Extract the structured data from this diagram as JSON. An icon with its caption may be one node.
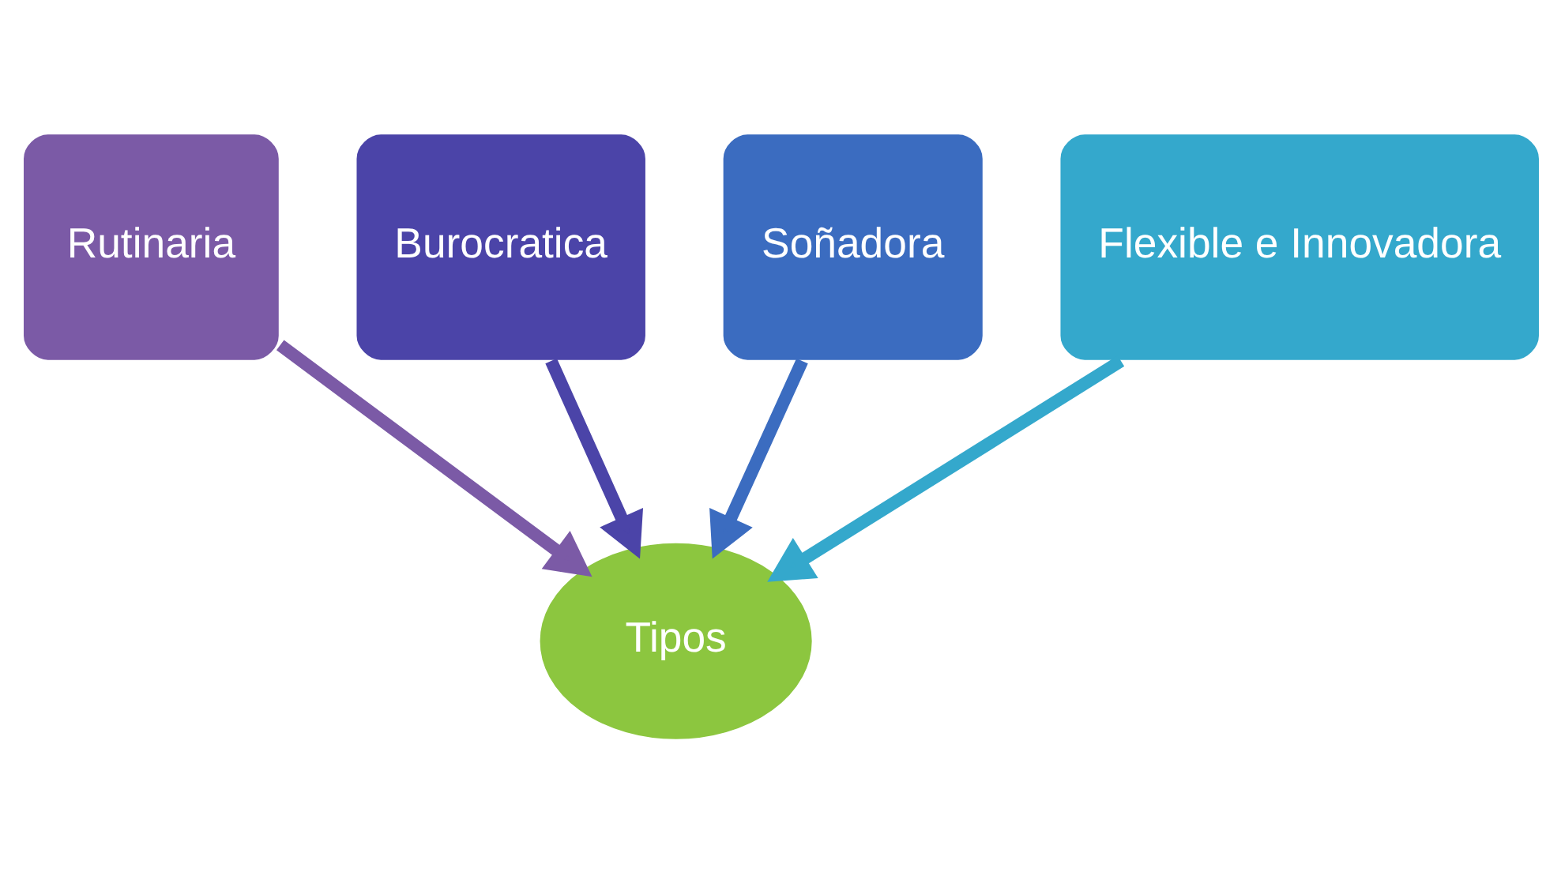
{
  "diagram": {
    "nodes": [
      {
        "text": [
          "Rutinaria"
        ]
      },
      {
        "text": [
          "Burocratica"
        ]
      },
      {
        "text": [
          "Soñadora"
        ]
      },
      {
        "text": [
          "Flexible e Innovadora"
        ]
      },
      {
        "text": [
          "Tipos"
        ]
      }
    ],
    "edges": [
      {
        "from": 0,
        "to": 4,
        "arrow": "to",
        "color": "#7b5aa6"
      },
      {
        "from": 1,
        "to": 4,
        "arrow": "to",
        "color": "#4b44a8"
      },
      {
        "from": 2,
        "to": 4,
        "arrow": "to",
        "color": "#3b6cc0"
      },
      {
        "from": 3,
        "to": 4,
        "arrow": "to",
        "color": "#34a8cc"
      }
    ]
  }
}
